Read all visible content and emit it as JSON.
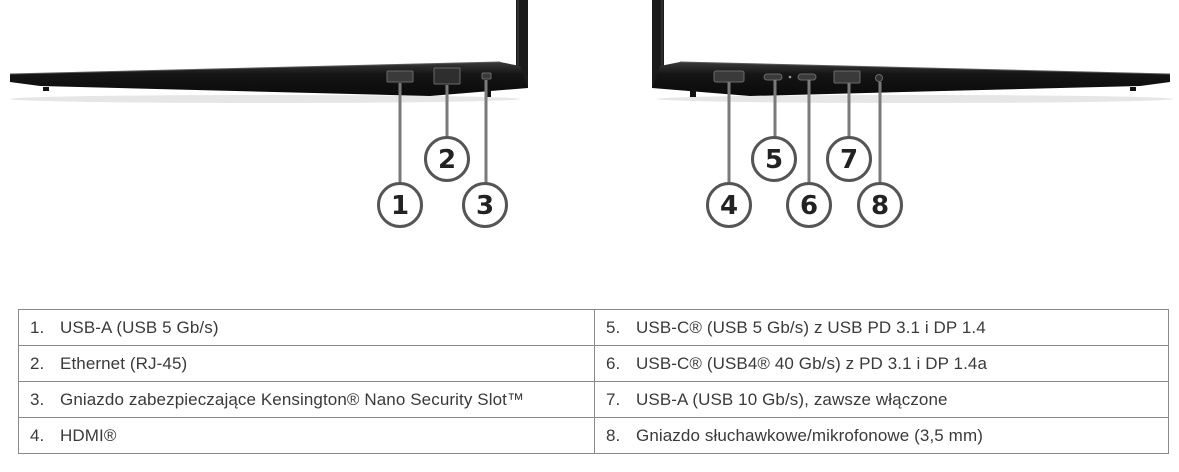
{
  "callouts": [
    "1",
    "2",
    "3",
    "4",
    "5",
    "6",
    "7",
    "8"
  ],
  "ports": {
    "left": [
      {
        "num": "1.",
        "text": "USB-A (USB 5 Gb/s)"
      },
      {
        "num": "2.",
        "text": "Ethernet (RJ-45)"
      },
      {
        "num": "3.",
        "text": "Gniazdo zabezpieczające Kensington® Nano Security Slot™"
      },
      {
        "num": "4.",
        "text": "HDMI®"
      }
    ],
    "right": [
      {
        "num": "5.",
        "text": "USB-C® (USB 5 Gb/s) z USB PD 3.1 i DP 1.4"
      },
      {
        "num": "6.",
        "text": "USB-C® (USB4® 40 Gb/s) z PD 3.1 i DP 1.4a"
      },
      {
        "num": "7.",
        "text": "USB-A (USB 10 Gb/s), zawsze włączone"
      },
      {
        "num": "8.",
        "text": "Gniazdo słuchawkowe/mikrofonowe (3,5 mm)"
      }
    ]
  },
  "colors": {
    "chassis": "#1c1c1c",
    "callout_stroke": "#555555",
    "table_border": "#8a8a8a",
    "text": "#3a3a3a"
  }
}
